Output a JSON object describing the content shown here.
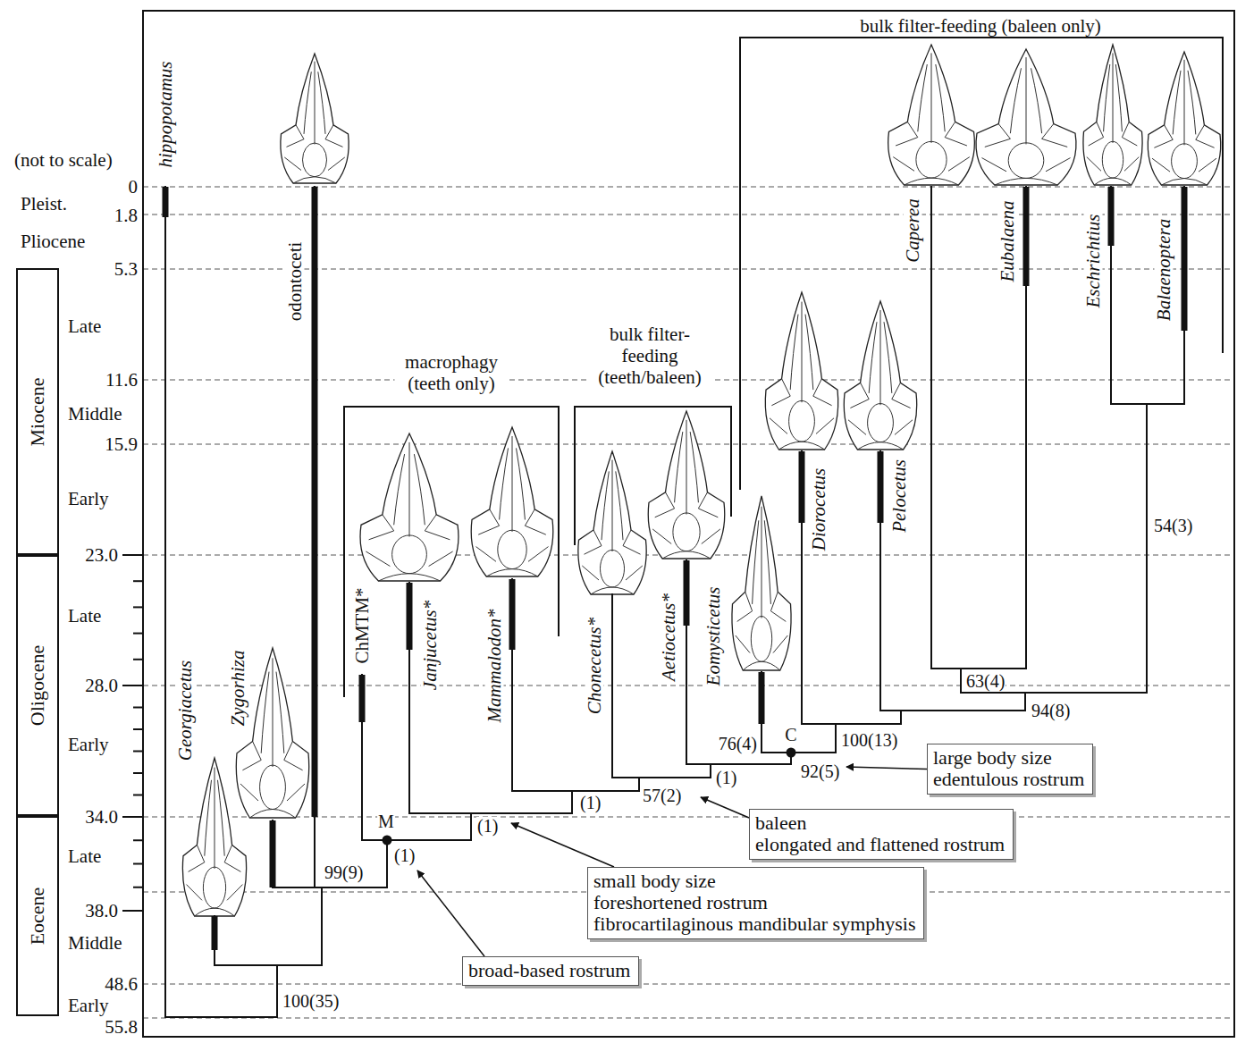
{
  "diagram": {
    "nodes": [
      {
        "text": [
          "Miocene"
        ]
      },
      {
        "text": [
          "Oligocene"
        ]
      },
      {
        "text": [
          "Eocene"
        ]
      },
      {
        "text": [
          "large body size",
          "edentulous rostrum"
        ]
      },
      {
        "text": [
          "baleen",
          "elongated and flattened rostrum"
        ]
      },
      {
        "text": [
          "small body size",
          "foreshortened rostrum",
          "fibrocartilaginous mandibular symphysis"
        ]
      },
      {
        "text": [
          "broad-based rostrum"
        ]
      }
    ],
    "labels": [
      "bulk filter-feeding (baleen only)",
      "(not to scale)",
      "hippopotamus",
      "odontoceti",
      "0",
      "Pleist.",
      "1.8",
      "Pliocene",
      "5.3",
      "Late",
      "11.6",
      "Middle",
      "15.9",
      "Early",
      "23.0",
      "Late",
      "28.0",
      "Early",
      "34.0",
      "Late",
      "38.0",
      "Middle",
      "48.6",
      "Early",
      "55.8",
      "macrophagy (teeth only)",
      "bulk filter-feeding (teeth/baleen)",
      "ChMTM*",
      "Janjucetus*",
      "Mammalodon*",
      "Chonecetus*",
      "Aetiocetus*",
      "Eomysticetus",
      "Georgiacetus",
      "Zygorhiza",
      "Diorocetus",
      "Pelocetus",
      "Caperea",
      "Eubalaena",
      "Eschrichtius",
      "Balaenoptera",
      "63(4)",
      "94(8)",
      "54(3)",
      "100(13)",
      "76(4)",
      "C",
      "92(5)",
      "(1)",
      "57(2)",
      "(1)",
      "(1)",
      "M",
      "(1)",
      "99(9)",
      "100(35)"
    ]
  }
}
